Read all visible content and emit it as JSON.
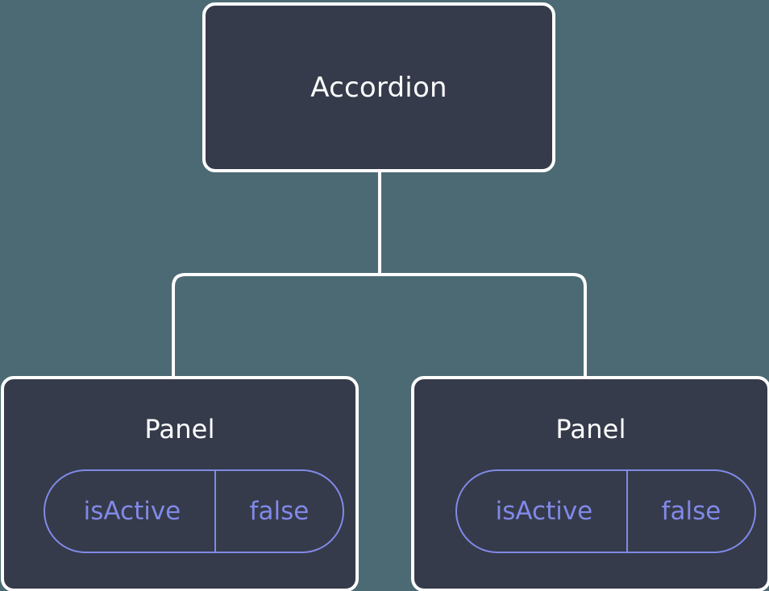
{
  "diagram": {
    "type": "component-tree",
    "background_color": "#4c6a73",
    "node_fill_color": "#353b4a",
    "node_border_color": "#ffffff",
    "edge_color": "#ffffff",
    "title_text_color": "#ffffff",
    "state_accent_color": "#8189e8",
    "nodes": [
      {
        "id": "accordion",
        "title": "Accordion",
        "state": null
      },
      {
        "id": "panel-left",
        "title": "Panel",
        "state": {
          "key": "isActive",
          "value": "false"
        }
      },
      {
        "id": "panel-right",
        "title": "Panel",
        "state": {
          "key": "isActive",
          "value": "false"
        }
      }
    ],
    "edges": [
      {
        "from": "accordion",
        "to": "panel-left"
      },
      {
        "from": "accordion",
        "to": "panel-right"
      }
    ]
  }
}
